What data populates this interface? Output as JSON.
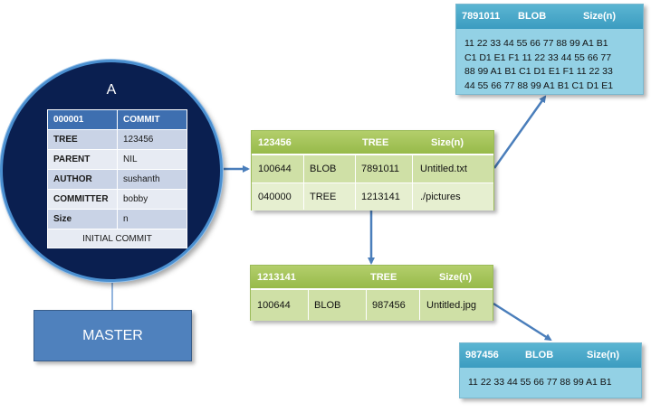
{
  "commit": {
    "name": "A",
    "header": [
      "000001",
      "COMMIT"
    ],
    "rows": [
      [
        "TREE",
        "123456"
      ],
      [
        "PARENT",
        "NIL"
      ],
      [
        "AUTHOR",
        "sushanth"
      ],
      [
        "COMMITTER",
        "bobby"
      ],
      [
        "Size",
        "n"
      ]
    ],
    "message": "INITIAL COMMIT"
  },
  "branch": {
    "label": "MASTER"
  },
  "root_tree": {
    "header": [
      "123456",
      "TREE",
      "Size(n)"
    ],
    "rows": [
      [
        "100644",
        "BLOB",
        "7891011",
        "Untitled.txt"
      ],
      [
        "040000",
        "TREE",
        "1213141",
        "./pictures"
      ]
    ]
  },
  "sub_tree": {
    "header": [
      "1213141",
      "TREE",
      "Size(n)"
    ],
    "rows": [
      [
        "100644",
        "BLOB",
        "987456",
        "Untitled.jpg"
      ]
    ]
  },
  "blob_txt": {
    "header": [
      "7891011",
      "BLOB",
      "Size(n)"
    ],
    "lines": [
      "11 22 33 44 55 66 77 88 99 A1 B1",
      "C1 D1 E1 F1 11 22 33 44 55 66 77",
      "88 99 A1 B1 C1 D1 E1 F1 11 22 33",
      "44 55 66 77 88 99 A1 B1 C1 D1 E1"
    ]
  },
  "blob_jpg": {
    "header": [
      "987456",
      "BLOB",
      "Size(n)"
    ],
    "lines": [
      "11 22 33 44 55 66 77 88 99 A1 B1"
    ]
  },
  "colors": {
    "commit_fill": "#0a1f50",
    "commit_header": "#3e6fb0",
    "branch_fill": "#4f81bd",
    "tree_header": "#9bbb59",
    "blob_header": "#4bacc6",
    "arrow": "#4a7ebb"
  }
}
